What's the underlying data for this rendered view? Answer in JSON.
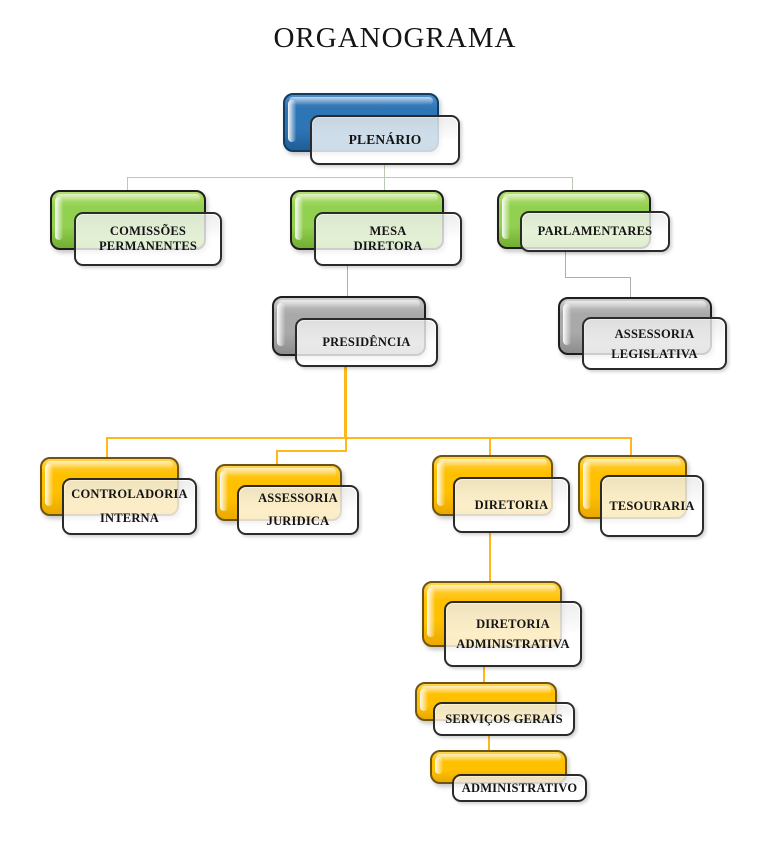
{
  "title": "ORGANOGRAMA",
  "palette": {
    "blue": "#2E75B6",
    "green": "#92D050",
    "gray": "#A9A9A9",
    "gold": "#FFC000",
    "connector_level1": "#BCCAB4",
    "connector_gray": "#ADADAD",
    "connector_gold": "#FFB81C"
  },
  "nodes": {
    "plenario": {
      "label": "PLENÁRIO",
      "color": "blue"
    },
    "comissoes_permanentes": {
      "label": "COMISSÕES\nPERMANENTES",
      "color": "green"
    },
    "mesa_diretora": {
      "label": "MESA\nDIRETORA",
      "color": "green"
    },
    "parlamentares": {
      "label": "PARLAMENTARES",
      "color": "green"
    },
    "presidencia": {
      "label": "PRESIDÊNCIA",
      "color": "gray"
    },
    "assessoria_legislativa": {
      "label": "ASSESSORIA\nLEGISLATIVA",
      "color": "gray"
    },
    "controladoria_interna": {
      "label": "CONTROLADORIA\nINTERNA",
      "color": "gold"
    },
    "assessoria_juridica": {
      "label": "ASSESSORIA\nJURIDICA",
      "color": "gold"
    },
    "diretoria": {
      "label": "DIRETORIA",
      "color": "gold"
    },
    "tesouraria": {
      "label": "TESOURARIA",
      "color": "gold"
    },
    "diretoria_administrativa": {
      "label": "DIRETORIA\nADMINISTRATIVA",
      "color": "gold"
    },
    "servicos_gerais": {
      "label": "SERVIÇOS GERAIS",
      "color": "gold"
    },
    "administrativo": {
      "label": "ADMINISTRATIVO",
      "color": "gold"
    }
  },
  "edges": [
    {
      "from": "plenario",
      "to": "comissoes_permanentes"
    },
    {
      "from": "plenario",
      "to": "mesa_diretora"
    },
    {
      "from": "plenario",
      "to": "parlamentares"
    },
    {
      "from": "mesa_diretora",
      "to": "presidencia"
    },
    {
      "from": "parlamentares",
      "to": "assessoria_legislativa"
    },
    {
      "from": "presidencia",
      "to": "controladoria_interna"
    },
    {
      "from": "presidencia",
      "to": "assessoria_juridica"
    },
    {
      "from": "presidencia",
      "to": "diretoria"
    },
    {
      "from": "presidencia",
      "to": "tesouraria"
    },
    {
      "from": "diretoria",
      "to": "diretoria_administrativa"
    },
    {
      "from": "diretoria_administrativa",
      "to": "servicos_gerais"
    },
    {
      "from": "servicos_gerais",
      "to": "administrativo"
    }
  ]
}
